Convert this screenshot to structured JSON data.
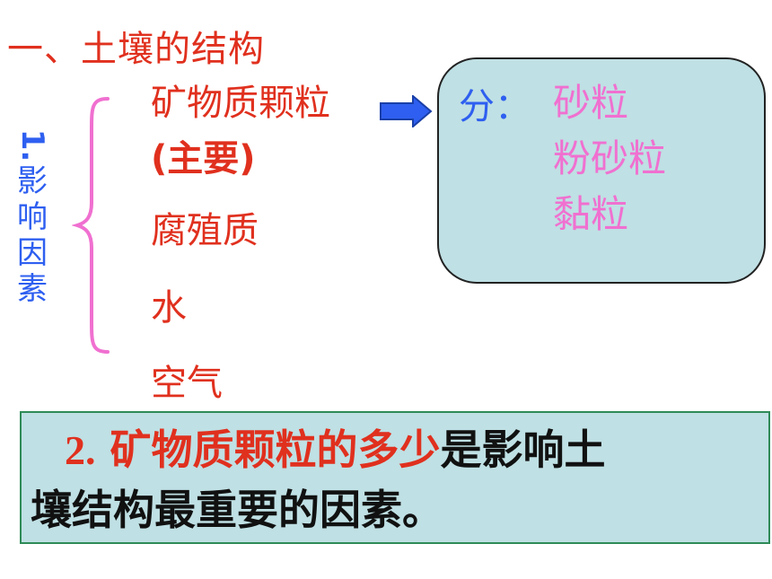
{
  "title": "一、土壤的结构",
  "factors_label": {
    "number": "1.",
    "chars": [
      "影",
      "响",
      "因",
      "素"
    ]
  },
  "components": [
    "矿物质颗粒",
    "(主要)",
    "腐殖质",
    "水",
    "空气"
  ],
  "classification": {
    "prefix": "分：",
    "kinds": [
      "砂粒",
      "粉砂粒",
      "黏粒"
    ]
  },
  "conclusion": {
    "number": "2.",
    "highlight": " 矿物质颗粒的多少",
    "rest_line1": "是影响土",
    "line2": "壤结构最重要的因素。"
  },
  "colors": {
    "title_red": "#e0301e",
    "label_blue": "#2e5ff0",
    "kind_pink": "#f070d0",
    "box_fill": "#bfe0e4",
    "arrow_blue": "#2e5ff0"
  }
}
